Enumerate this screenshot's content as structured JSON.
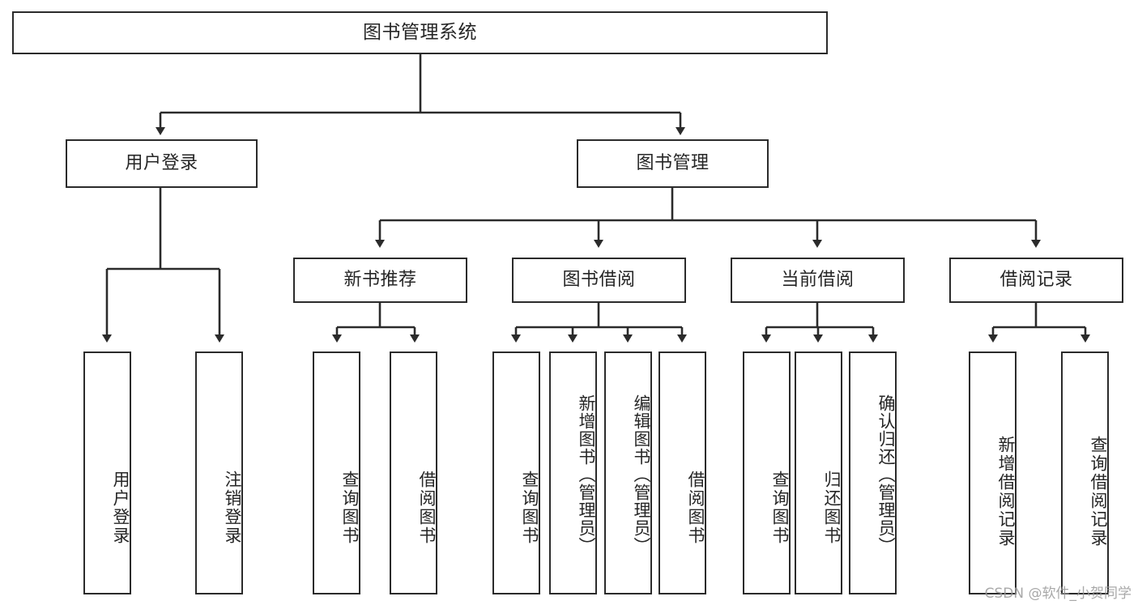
{
  "diagram": {
    "type": "tree-hierarchy",
    "title": "图书管理系统",
    "root": {
      "id": "root",
      "label": "图书管理系统",
      "orientation": "horizontal"
    },
    "level1": [
      {
        "id": "user-login",
        "label": "用户登录",
        "orientation": "horizontal"
      },
      {
        "id": "book-management",
        "label": "图书管理",
        "orientation": "horizontal"
      }
    ],
    "level2": [
      {
        "id": "new-book-recommend",
        "label": "新书推荐",
        "orientation": "horizontal",
        "parent": "book-management"
      },
      {
        "id": "book-borrow",
        "label": "图书借阅",
        "orientation": "horizontal",
        "parent": "book-management"
      },
      {
        "id": "current-borrow",
        "label": "当前借阅",
        "orientation": "horizontal",
        "parent": "book-management"
      },
      {
        "id": "borrow-record",
        "label": "借阅记录",
        "orientation": "horizontal",
        "parent": "book-management"
      }
    ],
    "leaves": [
      {
        "id": "leaf-user-login",
        "label": "用户登录",
        "parent": "user-login",
        "orientation": "vertical"
      },
      {
        "id": "leaf-logout",
        "label": "注销登录",
        "parent": "user-login",
        "orientation": "vertical"
      },
      {
        "id": "leaf-query-book-1",
        "label": "查询图书",
        "parent": "new-book-recommend",
        "orientation": "vertical"
      },
      {
        "id": "leaf-borrow-book-1",
        "label": "借阅图书",
        "parent": "new-book-recommend",
        "orientation": "vertical"
      },
      {
        "id": "leaf-query-book-2",
        "label": "查询图书",
        "parent": "book-borrow",
        "orientation": "vertical"
      },
      {
        "id": "leaf-add-book",
        "label": "新增图书（管理员）",
        "parent": "book-borrow",
        "orientation": "vertical"
      },
      {
        "id": "leaf-edit-book",
        "label": "编辑图书（管理员）",
        "parent": "book-borrow",
        "orientation": "vertical"
      },
      {
        "id": "leaf-borrow-book-2",
        "label": "借阅图书",
        "parent": "book-borrow",
        "orientation": "vertical"
      },
      {
        "id": "leaf-query-book-3",
        "label": "查询图书",
        "parent": "current-borrow",
        "orientation": "vertical"
      },
      {
        "id": "leaf-return-book",
        "label": "归还图书",
        "parent": "current-borrow",
        "orientation": "vertical"
      },
      {
        "id": "leaf-confirm-return",
        "label": "确认归还（管理员）",
        "parent": "current-borrow",
        "orientation": "vertical"
      },
      {
        "id": "leaf-add-record",
        "label": "新增借阅记录",
        "parent": "borrow-record",
        "orientation": "vertical"
      },
      {
        "id": "leaf-query-record",
        "label": "查询借阅记录",
        "parent": "borrow-record",
        "orientation": "vertical"
      }
    ]
  },
  "style": {
    "border_color": "#2b2b2b",
    "text_color": "#262626",
    "background": "#ffffff",
    "connector_color": "#2b2b2b"
  },
  "watermark": {
    "text": "CSDN @软件_小贺同学"
  }
}
